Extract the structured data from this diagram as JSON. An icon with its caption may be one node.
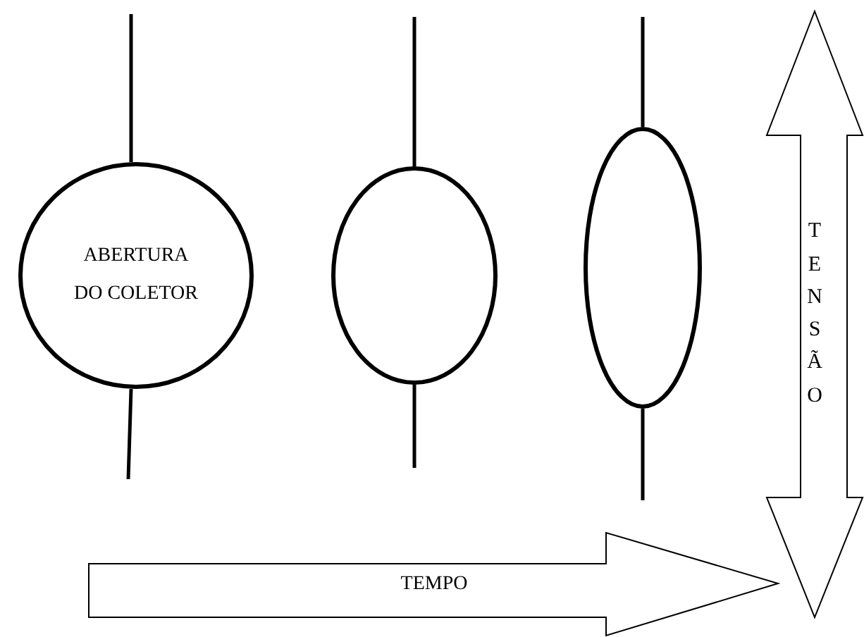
{
  "diagram": {
    "nodes": [
      {
        "text": [
          "ABERTURA DO COLETOR"
        ]
      },
      {
        "text": [],
        "shape": "ellipse"
      },
      {
        "text": [],
        "shape": "ellipse"
      },
      {
        "text": [
          "TENSÃO"
        ]
      },
      {
        "text": [
          "TEMPO"
        ]
      }
    ]
  }
}
